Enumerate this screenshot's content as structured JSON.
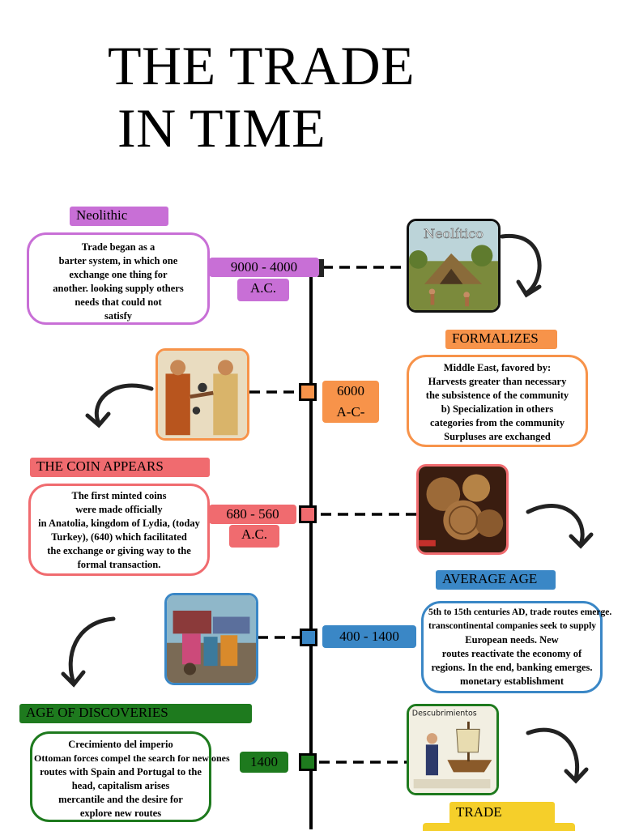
{
  "title": {
    "line1": "THE TRADE",
    "line2": "IN TIME"
  },
  "colors": {
    "neolithic": "#c86fd6",
    "formalizes": "#f7934a",
    "coin": "#f06b6f",
    "average": "#3a87c6",
    "discoveries": "#1e7a1e",
    "trade": "#f5cf2a"
  },
  "eras": {
    "neolithic": {
      "label": "Neolithic",
      "date": {
        "line1": "9000 - 4000",
        "line2": "A.C."
      },
      "text": [
        "Trade began as a",
        "barter system, in which one",
        "exchange one thing for",
        "another.  looking supply others",
        "needs that could not",
        "satisfy"
      ],
      "image_caption": "Neolítico"
    },
    "formalizes": {
      "label": "FORMALIZES",
      "date": {
        "line1": "6000",
        "line2": "A-C-"
      },
      "text": [
        "Middle East, favored by:",
        "Harvests greater than necessary",
        "the subsistence of the community",
        "b) Specialization in others",
        "categories from the community",
        "Surpluses are exchanged"
      ]
    },
    "coin": {
      "label": "THE COIN APPEARS",
      "date": {
        "line1": "680 - 560",
        "line2": "A.C."
      },
      "text": [
        "The first minted coins",
        "were made officially",
        "in Anatolia, kingdom of Lydia, (today",
        "Turkey), (640) which facilitated",
        "the exchange or giving way to the",
        "formal transaction."
      ]
    },
    "average": {
      "label": "AVERAGE AGE",
      "date": {
        "line1": "400 - 1400"
      },
      "text": [
        "5th to 15th centuries AD, trade routes emerge.",
        "transcontinental companies seek to supply",
        "European needs. New",
        "routes reactivate the economy of",
        "regions. In the end, banking emerges.",
        "monetary establishment"
      ]
    },
    "discoveries": {
      "label": "AGE OF DISCOVERIES",
      "date": {
        "line1": "1400"
      },
      "text": [
        "Crecimiento del imperio",
        "Ottoman forces compel the search for new ones",
        "routes with Spain and Portugal to the",
        "head, capitalism arises",
        "mercantile and the desire for",
        "explore new routes"
      ],
      "image_caption": "Descubrimientos"
    },
    "trade": {
      "label": "TRADE"
    }
  }
}
